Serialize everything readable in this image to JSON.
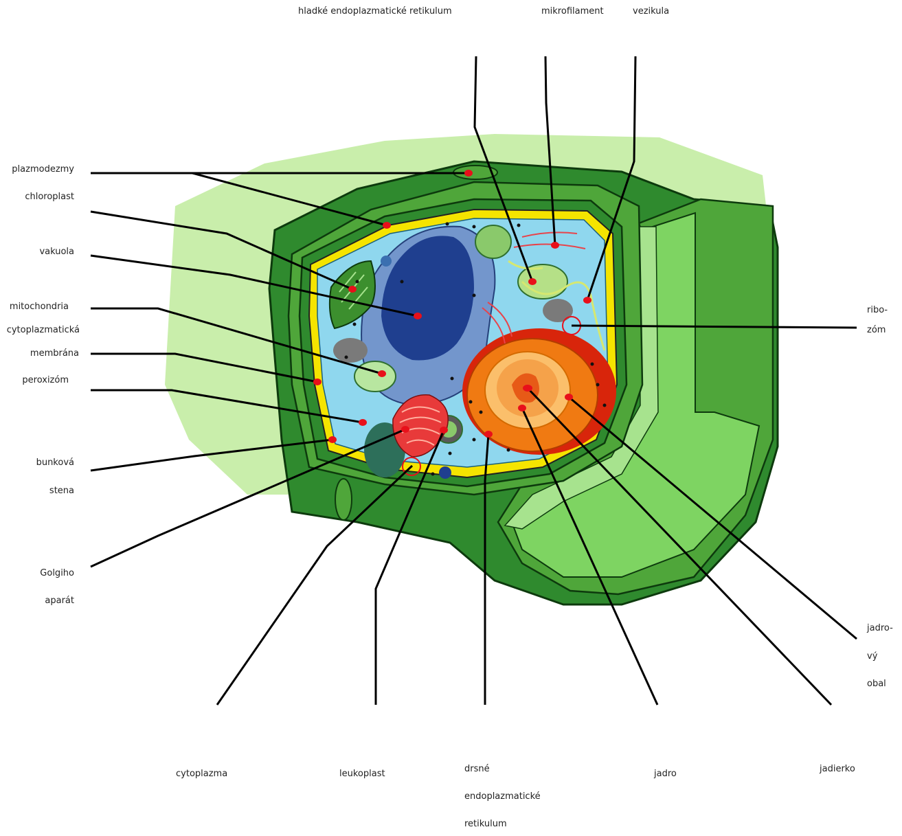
{
  "diagram": {
    "title": "",
    "labels": {
      "smooth_er": "hladké endoplazmatické retikulum",
      "microfilament": "mikrofilament",
      "vesicle": "vezikula",
      "plasmodesmata": "plazmodezmy",
      "chloroplast": "chloroplast",
      "vacuole": "vakuola",
      "mitochondria": "mitochondria",
      "cell_membrane_1": "cytoplazmatická",
      "cell_membrane_2": "membrána",
      "peroxisome": "peroxizóm",
      "cell_wall_1": "bunková",
      "cell_wall_2": "stena",
      "golgi_1": "Golgiho",
      "golgi_2": "aparát",
      "ribosome_1": "ribo-",
      "ribosome_2": "zóm",
      "nuclear_envelope_1": "jadro-",
      "nuclear_envelope_2": "vý",
      "nuclear_envelope_3": "obal",
      "cytoplasm": "cytoplazma",
      "leucoplast": "leukoplast",
      "rough_er_1": "drsné",
      "rough_er_2": "endoplazmatické",
      "rough_er_3": "retikulum",
      "nucleus": "jadro",
      "nucleolus": "jadierko"
    },
    "colors": {
      "wall_dark": "#2f8a2e",
      "wall_mid": "#4fa63a",
      "wall_light": "#7ed462",
      "halo": "#c9eeab",
      "cytoplasm": "#8fd7ee",
      "vacuole_outer": "#7396cc",
      "vacuole_inner": "#1f3f8f",
      "membrane": "#f5e400",
      "nucleus": "#f07a12",
      "rough_er": "#d8250b",
      "golgi": "#e83a3a",
      "marker": "#e8101a"
    }
  }
}
